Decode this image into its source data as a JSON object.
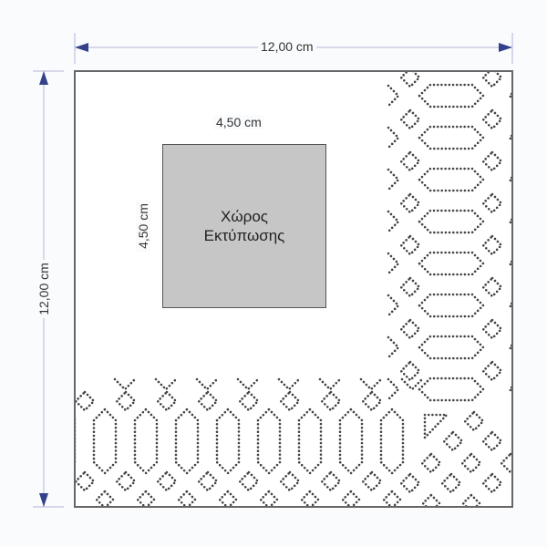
{
  "dimensions": {
    "outer_width": "12,00 cm",
    "outer_height": "12,00 cm",
    "print_width": "4,50 cm",
    "print_height": "4,50 cm"
  },
  "print_area": {
    "line1": "Χώρος",
    "line2": "Εκτύπωσης"
  },
  "colors": {
    "arrow": "#35428a",
    "dim_line": "#c9cde6",
    "dots": "#444444",
    "print_fill": "#c6c6c6"
  }
}
